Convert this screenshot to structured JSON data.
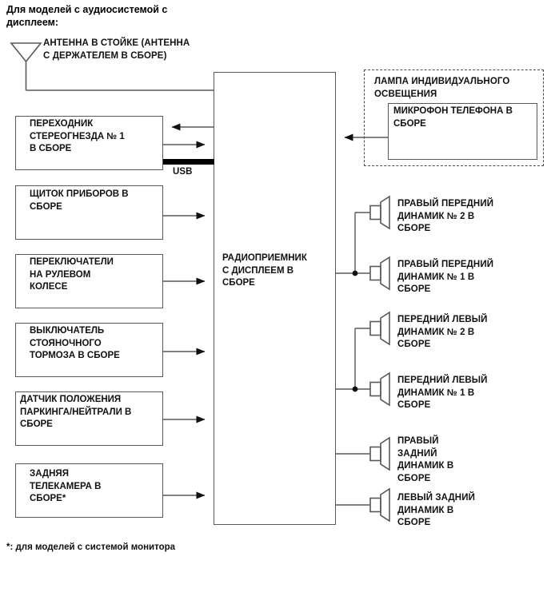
{
  "diagram": {
    "heading": "Для моделей с аудиосистемой с\nдисплеем:",
    "footnote": "*: для моделей с системой монитора",
    "usb_label": "USB",
    "antenna_label": "АНТЕННА В СТОЙКЕ (АНТЕННА\nС ДЕРЖАТЕЛЕМ В СБОРЕ)",
    "center_unit": "РАДИОПРИЕМНИК\nС ДИСПЛЕЕМ В\nСБОРЕ",
    "dashed_group_label": "ЛАМПА ИНДИВИДУАЛЬНОГО\nОСВЕЩЕНИЯ",
    "microphone": "МИКРОФОН ТЕЛЕФОНА В\nСБОРЕ",
    "left_boxes": [
      {
        "label": "ПЕРЕХОДНИК\nСТЕРЕОГНЕЗДА № 1\nВ СБОРЕ"
      },
      {
        "label": "ЩИТОК ПРИБОРОВ В\nСБОРЕ"
      },
      {
        "label": "ПЕРЕКЛЮЧАТЕЛИ\nНА РУЛЕВОМ\nКОЛЕСЕ"
      },
      {
        "label": "ВЫКЛЮЧАТЕЛЬ\nСТОЯНОЧНОГО\nТОРМОЗА В СБОРЕ"
      },
      {
        "label": "ДАТЧИК ПОЛОЖЕНИЯ\nПАРКИНГА/НЕЙТРАЛИ В\nСБОРЕ"
      },
      {
        "label": "ЗАДНЯЯ\nТЕЛЕКАМЕРА В\nСБОРЕ*"
      }
    ],
    "speakers": [
      {
        "label": "ПРАВЫЙ ПЕРЕДНИЙ\nДИНАМИК № 2 В\nСБОРЕ"
      },
      {
        "label": "ПРАВЫЙ ПЕРЕДНИЙ\nДИНАМИК № 1 В\nСБОРЕ"
      },
      {
        "label": "ПЕРЕДНИЙ ЛЕВЫЙ\nДИНАМИК № 2 В\nСБОРЕ"
      },
      {
        "label": "ПЕРЕДНИЙ ЛЕВЫЙ\nДИНАМИК № 1 В\nСБОРЕ"
      },
      {
        "label": "ПРАВЫЙ\nЗАДНИЙ\nДИНАМИК В\nСБОРЕ"
      },
      {
        "label": "ЛЕВЫЙ ЗАДНИЙ\nДИНАМИК В\nСБОРЕ"
      }
    ],
    "colors": {
      "line": "#555a5e",
      "text": "#111111",
      "usb": "#000000",
      "dashed": "#4a4a4a"
    }
  }
}
